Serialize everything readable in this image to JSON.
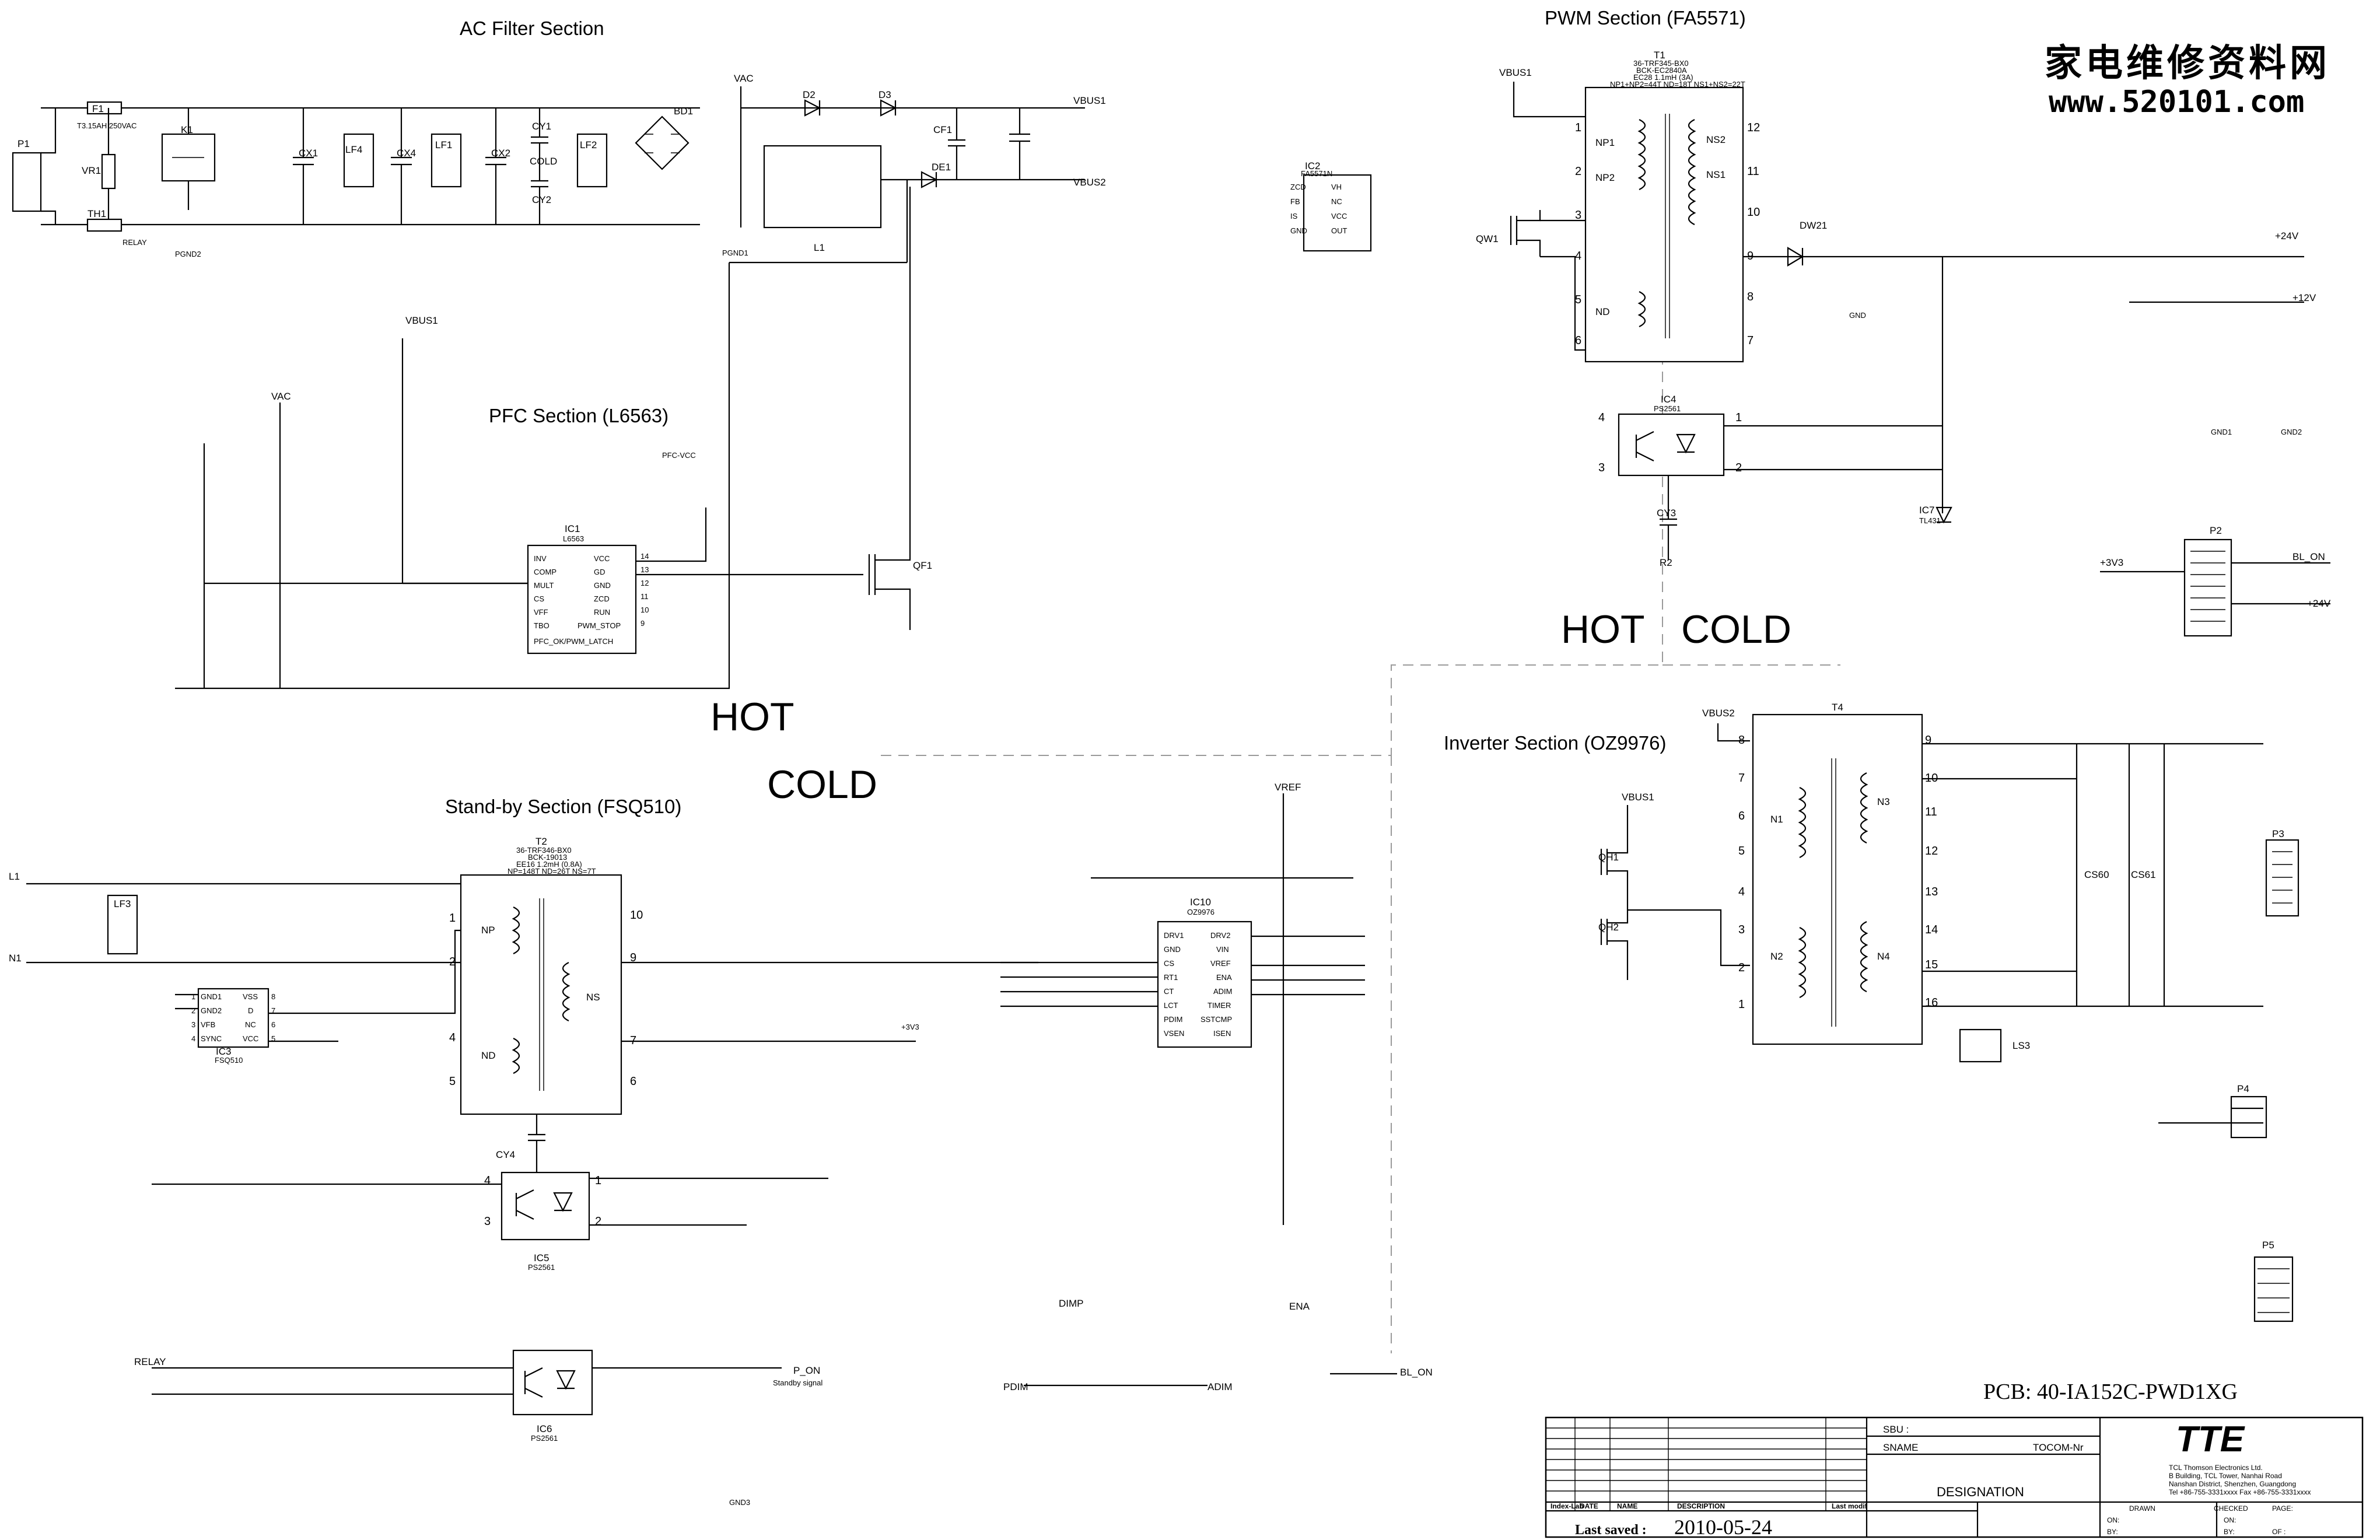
{
  "sections": {
    "ac_filter": "AC Filter Section",
    "pwm": "PWM Section (FA5571)",
    "pfc": "PFC Section (L6563)",
    "standby": "Stand-by Section (FSQ510)",
    "inverter": "Inverter Section (OZ9976)"
  },
  "isolation": {
    "hot_upper": "HOT",
    "cold_upper": "COLD",
    "hot_lower": "HOT",
    "cold_lower": "COLD"
  },
  "watermark": {
    "chars": "家电维修资料网",
    "url": "www.520101.com"
  },
  "ic": {
    "ic1": {
      "name": "IC1",
      "part": "L6563",
      "left_pins": [
        "INV",
        "COMP",
        "MULT",
        "CS",
        "VFF",
        "TBO",
        "PFC_OK/PWM_LATCH"
      ],
      "right_pins": [
        "VCC",
        "GD",
        "GND",
        "ZCD",
        "RUN",
        "PWM_STOP"
      ],
      "right_nums": [
        "14",
        "13",
        "12",
        "11",
        "10",
        "9"
      ]
    },
    "ic2": {
      "name": "IC2",
      "part": "FA5571N",
      "left_pins": [
        "ZCD",
        "FB",
        "IS",
        "GND"
      ],
      "right_pins": [
        "VH",
        "NC",
        "VCC",
        "OUT"
      ]
    },
    "ic3": {
      "name": "IC3",
      "part": "FSQ510",
      "left_pins": [
        "GND1",
        "GND2",
        "VFB",
        "SYNC"
      ],
      "right_pins": [
        "VSS",
        "D",
        "NC",
        "VCC"
      ],
      "nums": [
        "1",
        "2",
        "3",
        "4",
        "8",
        "7",
        "6",
        "5"
      ]
    },
    "ic10": {
      "name": "IC10",
      "part": "OZ9976",
      "left_pins": [
        "DRV1",
        "GND",
        "CS",
        "RT1",
        "CT",
        "LCT",
        "PDIM",
        "VSEN"
      ],
      "right_pins": [
        "DRV2",
        "VIN",
        "VREF",
        "ENA",
        "ADIM",
        "TIMER",
        "SSTCMP",
        "ISEN"
      ]
    },
    "ic4": {
      "name": "IC4",
      "part": "PS2561"
    },
    "ic5": {
      "name": "IC5",
      "part": "PS2561"
    },
    "ic6": {
      "name": "IC6",
      "part": "PS2561"
    },
    "ic7": {
      "name": "IC7",
      "part": "TL431"
    }
  },
  "transformers": {
    "t1": {
      "name": "T1",
      "part": "36-TRF345-BX0",
      "spec": "BCK-EC2840A",
      "windings": [
        "NP1",
        "NP2",
        "ND",
        "NS2",
        "NS1"
      ],
      "ratio": "NP1+NP2=44T  ND=18T  NS1+NS2=22T",
      "core": "EC28  1.1mH (3A)"
    },
    "t2": {
      "name": "T2",
      "part": "36-TRF346-BX0",
      "spec": "BCK-19013",
      "windings": [
        "NP",
        "NS",
        "ND"
      ],
      "ratio": "NP=148T  ND=26T  NS=7T",
      "core": "EE16  1.2mH (0.8A)"
    },
    "t4": {
      "name": "T4",
      "windings": [
        "N1",
        "N2",
        "N3",
        "N4"
      ],
      "left_pins": [
        "8",
        "7",
        "6",
        "5",
        "4",
        "3",
        "2",
        "1"
      ],
      "right_pins": [
        "9",
        "10",
        "11",
        "12",
        "13",
        "14",
        "15",
        "16"
      ]
    }
  },
  "components": {
    "f1": {
      "ref": "F1",
      "value": "T3.15AH 250VAC"
    },
    "k1": "K1",
    "th1": "TH1",
    "vr1": "VR1",
    "p1": "P1",
    "bd1": "BD1",
    "d2": "D2",
    "d3": "D3",
    "de1": "DE1",
    "cf1": "CF1",
    "l1": "L1",
    "lf1": "LF1",
    "lf2": "LF2",
    "lf3": "LF3",
    "lf4": "LF4",
    "cx1": "CX1",
    "cx2": "CX2",
    "cx4": "CX4",
    "cy1": "CY1",
    "cy2": "CY2",
    "cy3": "CY3",
    "cy4": "CY4",
    "qf1": "QF1",
    "qw1": "QW1",
    "qh1": "QH1",
    "qh2": "QH2",
    "dw21": "DW21",
    "r2": "R2",
    "ls3": "LS3",
    "p2": "P2",
    "p3": "P3",
    "p4": "P4",
    "p5": "P5"
  },
  "rails": {
    "vac": "VAC",
    "vbus1": "VBUS1",
    "vbus2": "VBUS2",
    "vref": "VREF",
    "pfc_vcc": "PFC-VCC",
    "v24": "+24V",
    "v12": "+12V",
    "v3": "+3V3",
    "relay": "RELAY",
    "p_on": "P_ON",
    "standby_signal": "Standby signal",
    "bl_on": "BL_ON",
    "ena": "ENA",
    "dimp": "DIMP",
    "pdim": "PDIM",
    "adim": "ADIM"
  },
  "grounds": {
    "pgnd1": "PGND1",
    "pgnd2": "PGND2",
    "gnd": "GND",
    "gnd1": "GND1",
    "gnd2": "GND2",
    "gnd3": "GND3"
  },
  "lines": {
    "l": "L1",
    "n": "N1"
  },
  "pcb": "PCB: 40-IA152C-PWD1XG",
  "title_block": {
    "logo": "TTE",
    "company": "TCL Thomson Electronics Ltd.",
    "address1": "B Building, TCL Tower, Nanhai Road",
    "address2": "Nanshan District, Shenzhen, Guangdong",
    "tel": "Tel +86-755-3331xxxx    Fax +86-755-3331xxxx",
    "sbu": "SBU :",
    "sname": "SNAME",
    "tocom": "TOCOM-Nr",
    "designation": "DESIGNATION",
    "col_index": "Index-Lab",
    "col_date": "DATE",
    "col_name": "NAME",
    "col_description": "DESCRIPTION",
    "last_modif": "Last modif",
    "last_saved_label": "Last saved :",
    "last_saved_value": "2010-05-24",
    "drawn": "DRAWN",
    "checked": "CHECKED",
    "page": "PAGE:",
    "on": "ON:",
    "by": "BY:",
    "of": "OF :"
  }
}
